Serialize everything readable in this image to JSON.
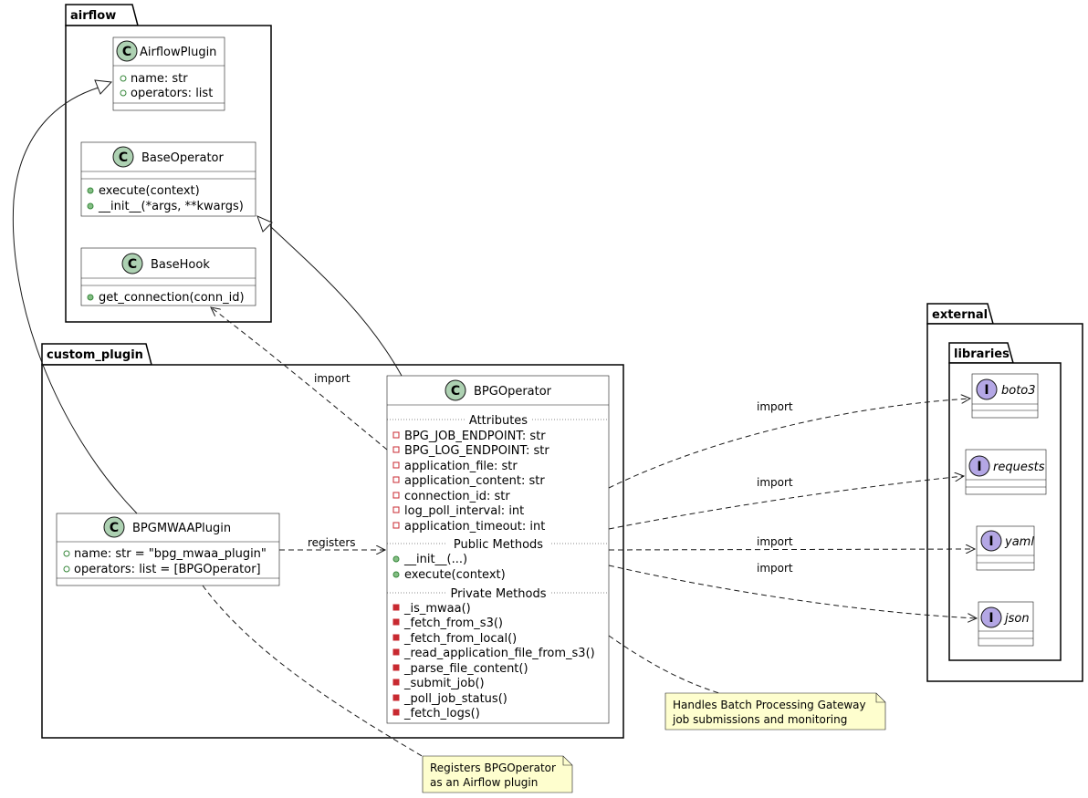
{
  "packages": {
    "airflow": "airflow",
    "custom_plugin": "custom_plugin",
    "external": "external",
    "libraries": "libraries"
  },
  "classes": {
    "airflow_plugin": {
      "stereo": "C",
      "name": "AirflowPlugin",
      "fields": [
        "name: str",
        "operators: list"
      ]
    },
    "base_operator": {
      "stereo": "C",
      "name": "BaseOperator",
      "methods": [
        "execute(context)",
        "__init__(*args, **kwargs)"
      ]
    },
    "base_hook": {
      "stereo": "C",
      "name": "BaseHook",
      "methods": [
        "get_connection(conn_id)"
      ]
    },
    "bpg_operator": {
      "stereo": "C",
      "name": "BPGOperator",
      "sections": [
        "Attributes",
        "Public Methods",
        "Private Methods"
      ],
      "attributes": [
        "BPG_JOB_ENDPOINT: str",
        "BPG_LOG_ENDPOINT: str",
        "application_file: str",
        "application_content: str",
        "connection_id: str",
        "log_poll_interval: int",
        "application_timeout: int"
      ],
      "public_methods": [
        "__init__(...)",
        "execute(context)"
      ],
      "private_methods": [
        "_is_mwaa()",
        "_fetch_from_s3()",
        "_fetch_from_local()",
        "_read_application_file_from_s3()",
        "_parse_file_content()",
        "_submit_job()",
        "_poll_job_status()",
        "_fetch_logs()"
      ]
    },
    "bpg_mwaa_plugin": {
      "stereo": "C",
      "name": "BPGMWAAPlugin",
      "fields": [
        "name: str = \"bpg_mwaa_plugin\"",
        "operators: list = [BPGOperator]"
      ]
    }
  },
  "interfaces": {
    "stereo": "I",
    "names": [
      "boto3",
      "requests",
      "yaml",
      "json"
    ]
  },
  "edge_labels": {
    "hook_import": "import",
    "registers": "registers",
    "boto3_import": "import",
    "requests_import": "import",
    "yaml_import": "import",
    "json_import": "import"
  },
  "notes": {
    "bpg_operator_note": [
      "Handles Batch Processing Gateway",
      "job submissions and monitoring"
    ],
    "plugin_note": [
      "Registers BPGOperator",
      "as an Airflow plugin"
    ]
  },
  "colors": {
    "class_badge": "#ADD1B2",
    "interface_badge": "#B4A7E5",
    "public_visibility": "#84BE84",
    "private_visibility": "#C82930",
    "note_fill": "#FEFECE"
  }
}
